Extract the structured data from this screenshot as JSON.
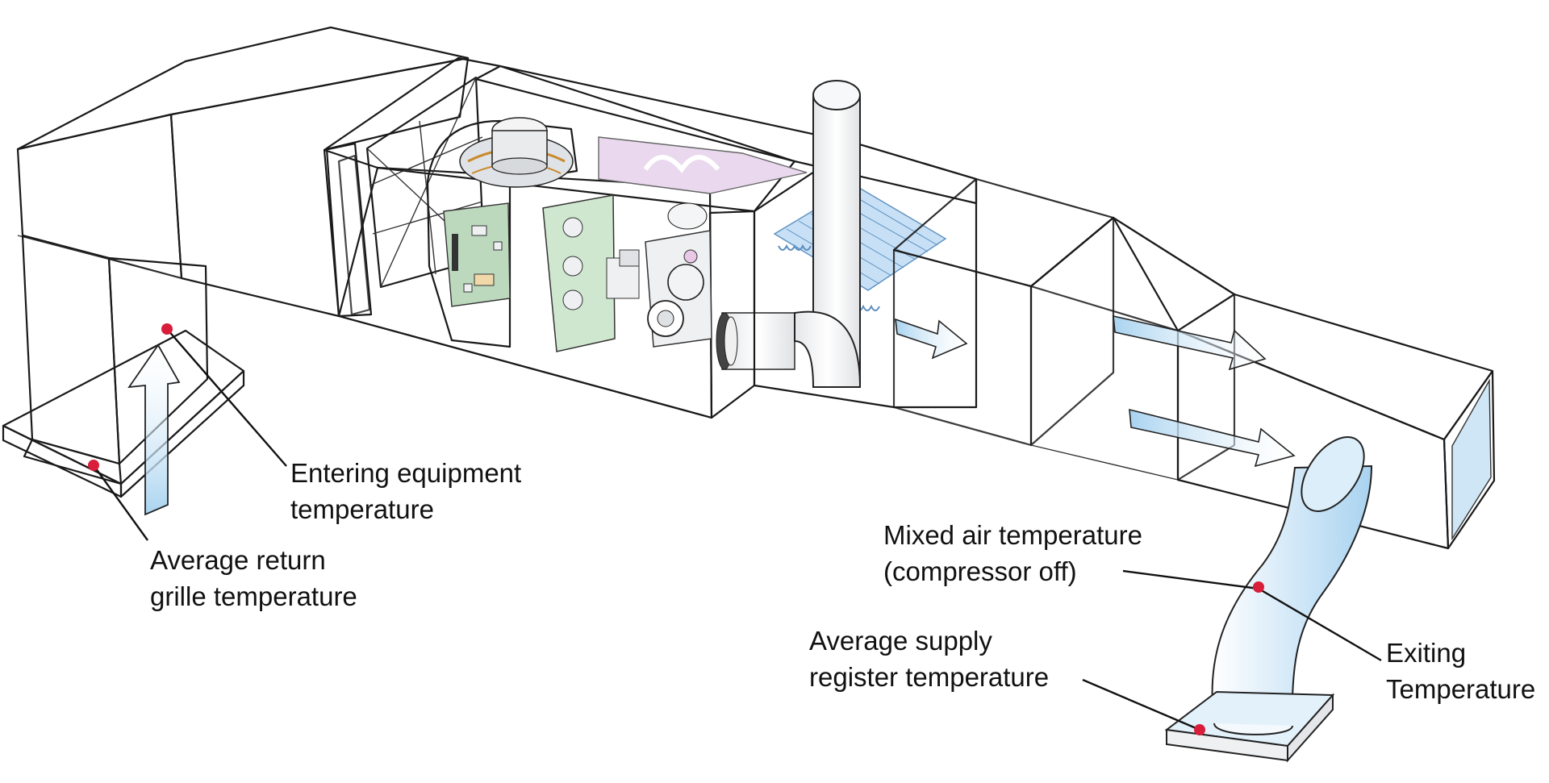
{
  "colors": {
    "measurement_point": "#d81e3a",
    "airflow_arrow": "#cfe6f6",
    "filter_tint": "#ead8ee",
    "coil_tint": "#c7e0f5",
    "duct_fill": "#f3f4f6",
    "outline": "#1a1a1a"
  },
  "labels": {
    "entering_line1": "Entering equipment",
    "entering_line2": "temperature",
    "return_line1": "Average return",
    "return_line2": "grille temperature",
    "mixed_line1": "Mixed air temperature",
    "mixed_line2": "(compressor off)",
    "supply_line1": "Average supply",
    "supply_line2": "register temperature",
    "exiting_line1": "Exiting",
    "exiting_line2": "Temperature"
  },
  "icons": [
    "airflow-arrow-icon",
    "measurement-point-icon",
    "blower-icon",
    "control-board-icon",
    "gas-valve-icon",
    "inducer-motor-icon",
    "evaporator-coil-icon",
    "air-filter-icon",
    "flue-pipe-icon"
  ]
}
